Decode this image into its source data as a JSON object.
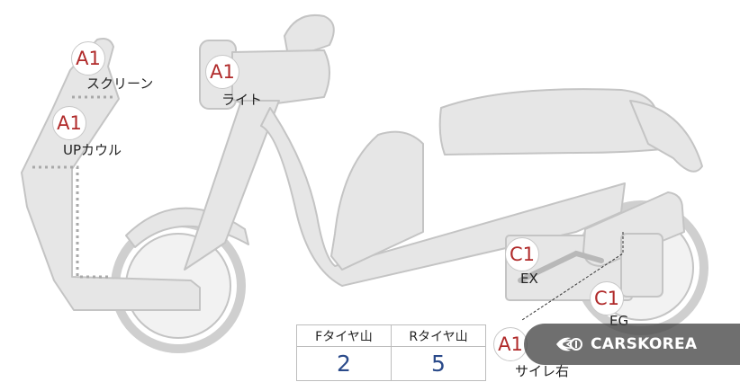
{
  "markers": [
    {
      "id": "screen",
      "grade": "A1",
      "label": "スクリーン"
    },
    {
      "id": "light",
      "grade": "A1",
      "label": "ライト"
    },
    {
      "id": "up-cowl",
      "grade": "A1",
      "label": "UPカウル"
    },
    {
      "id": "ex",
      "grade": "C1",
      "label": "EX"
    },
    {
      "id": "eg",
      "grade": "C1",
      "label": "EG"
    },
    {
      "id": "side-right",
      "grade": "A1",
      "label": "サイレ右"
    }
  ],
  "tire_table": {
    "headers": [
      "Fタイヤ山",
      "Rタイヤ山"
    ],
    "values": [
      "2",
      "5"
    ]
  },
  "watermark": {
    "text": "CARSKOREA"
  },
  "colors": {
    "body": "#e6e6e6",
    "outline": "#c2c2c2",
    "grade": "#b02a2a",
    "tire_value": "#2a4a8a"
  }
}
